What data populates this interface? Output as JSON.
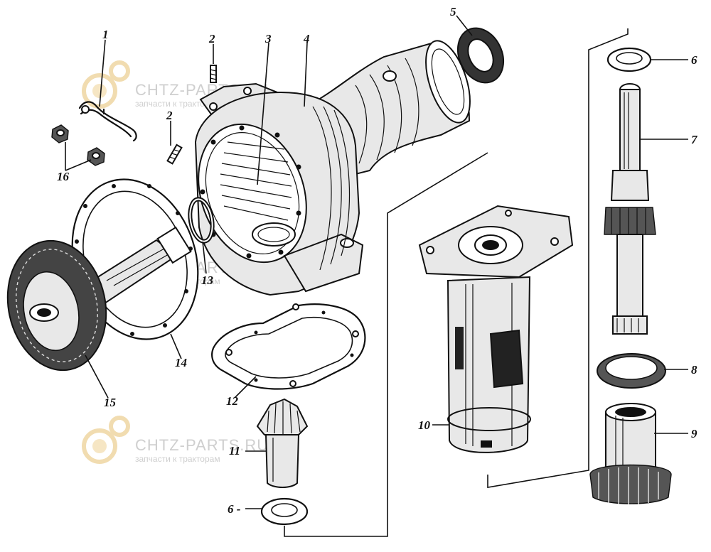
{
  "watermark": {
    "title": "CHTZ-PARTS.RU",
    "subtitle": "запчасти к тракторам"
  },
  "labels": [
    {
      "id": "1",
      "text": "1"
    },
    {
      "id": "2a",
      "text": "2"
    },
    {
      "id": "2b",
      "text": "2"
    },
    {
      "id": "3",
      "text": "3"
    },
    {
      "id": "4",
      "text": "4"
    },
    {
      "id": "5",
      "text": "5"
    },
    {
      "id": "6a",
      "text": "6"
    },
    {
      "id": "6b",
      "text": "6 -"
    },
    {
      "id": "7",
      "text": "7"
    },
    {
      "id": "8",
      "text": "8"
    },
    {
      "id": "9",
      "text": "9"
    },
    {
      "id": "10",
      "text": "10"
    },
    {
      "id": "11",
      "text": "11"
    },
    {
      "id": "12",
      "text": "12"
    },
    {
      "id": "13",
      "text": "13"
    },
    {
      "id": "14",
      "text": "14"
    },
    {
      "id": "15",
      "text": "15"
    },
    {
      "id": "16",
      "text": "16"
    }
  ]
}
